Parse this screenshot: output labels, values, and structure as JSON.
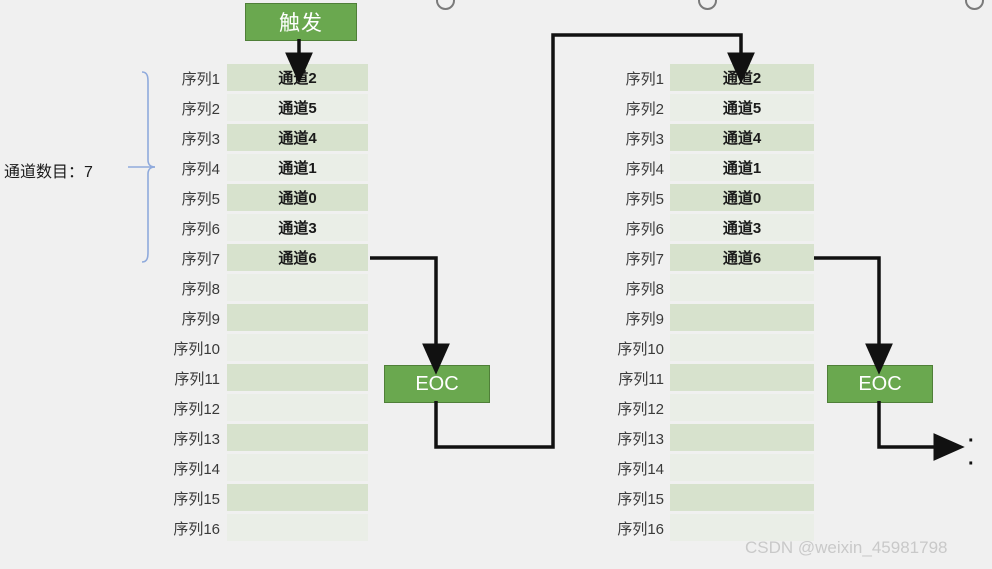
{
  "diagram": {
    "title": "ADC scan sequence with trigger and EOC",
    "background_color": "#f0f0f0",
    "accent_green": "#6aa84f",
    "row_dark_color": "#d7e2cd",
    "row_light_color": "#eaeee7",
    "brace_color": "#8faadc"
  },
  "trigger": {
    "label": "触发"
  },
  "eoc": {
    "label_left": "EOC",
    "label_right": "EOC"
  },
  "channel_count": {
    "label": "通道数目：7"
  },
  "sequence_labels": [
    "序列1",
    "序列2",
    "序列3",
    "序列4",
    "序列5",
    "序列6",
    "序列7",
    "序列8",
    "序列9",
    "序列10",
    "序列11",
    "序列12",
    "序列13",
    "序列14",
    "序列15",
    "序列16"
  ],
  "channels": [
    "通道2",
    "通道5",
    "通道4",
    "通道1",
    "通道0",
    "通道3",
    "通道6",
    "",
    "",
    "",
    "",
    "",
    "",
    "",
    "",
    ""
  ],
  "ellipsis": {
    "label": "· ·"
  },
  "watermark": {
    "text": "CSDN @weixin_45981798"
  },
  "handles": [
    {
      "name": "handle-1"
    },
    {
      "name": "handle-2"
    },
    {
      "name": "handle-3"
    }
  ]
}
